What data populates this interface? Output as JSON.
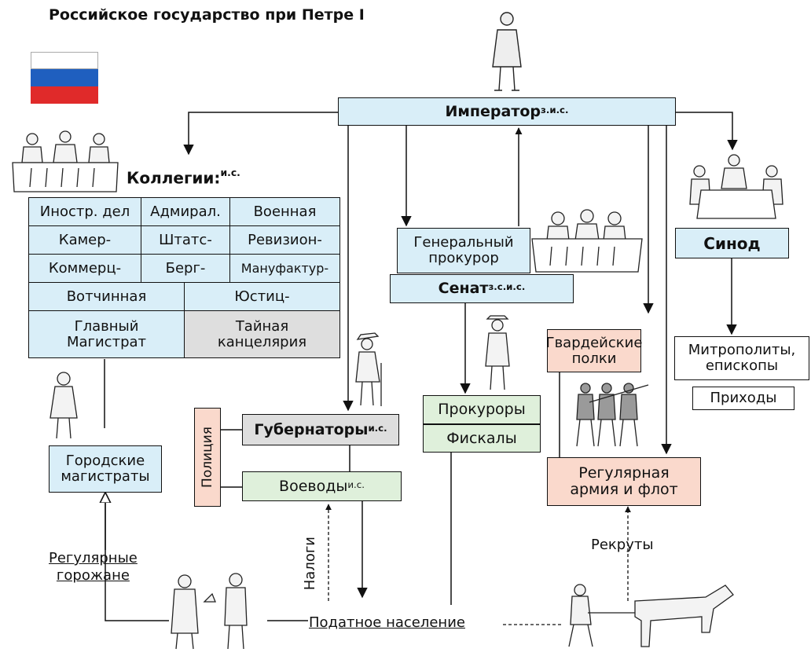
{
  "title": "Российское государство при Петре I",
  "nodes": {
    "emperor": {
      "text": "Император",
      "sup": "з.и.с."
    },
    "collegia_title": {
      "text": "Коллегии:",
      "sup": "и.с."
    },
    "synod": {
      "text": "Синод"
    },
    "gen_prosecutor": {
      "line1": "Генеральный",
      "line2": "прокурор"
    },
    "senate": {
      "text": "Сенат",
      "sup": "з.с.и.с."
    },
    "prosecutors": {
      "text": "Прокуроры"
    },
    "fiscals": {
      "text": "Фискалы"
    },
    "governors": {
      "text": "Губернаторы",
      "sup": "и.с."
    },
    "police": {
      "text": "Полиция"
    },
    "voivodes": {
      "text": "Воеводы",
      "sup": "и.с."
    },
    "city_magistrates": {
      "line1": "Городские",
      "line2": "магистраты"
    },
    "guard": {
      "line1": "Гвардейские",
      "line2": "полки"
    },
    "army": {
      "line1": "Регулярная",
      "line2": "армия и флот"
    },
    "metropolitans": {
      "line1": "Митрополиты,",
      "line2": "епископы"
    },
    "parishes": {
      "text": "Приходы"
    }
  },
  "collegia": [
    [
      "Иностр. дел",
      "Адмирал.",
      "Военная"
    ],
    [
      "Камер-",
      "Штатс-",
      "Ревизион-"
    ],
    [
      "Коммерц-",
      "Берг-",
      "Мануфактур-"
    ],
    [
      "Вотчинная",
      "Юстиц-"
    ],
    [
      "Главный Магистрат",
      "Тайная канцелярия"
    ]
  ],
  "labels": {
    "taxes": "Налоги",
    "recruits": "Рекруты",
    "regular_townspeople": {
      "line1": "Регулярные",
      "line2": "горожане"
    },
    "tax_population": "Податное население"
  },
  "colors": {
    "blue": "#d9eef8",
    "green": "#dff0db",
    "pink": "#fad9cc",
    "gray": "#dedede",
    "flag": [
      "#ffffff",
      "#1f5fbf",
      "#e02a2a"
    ]
  }
}
